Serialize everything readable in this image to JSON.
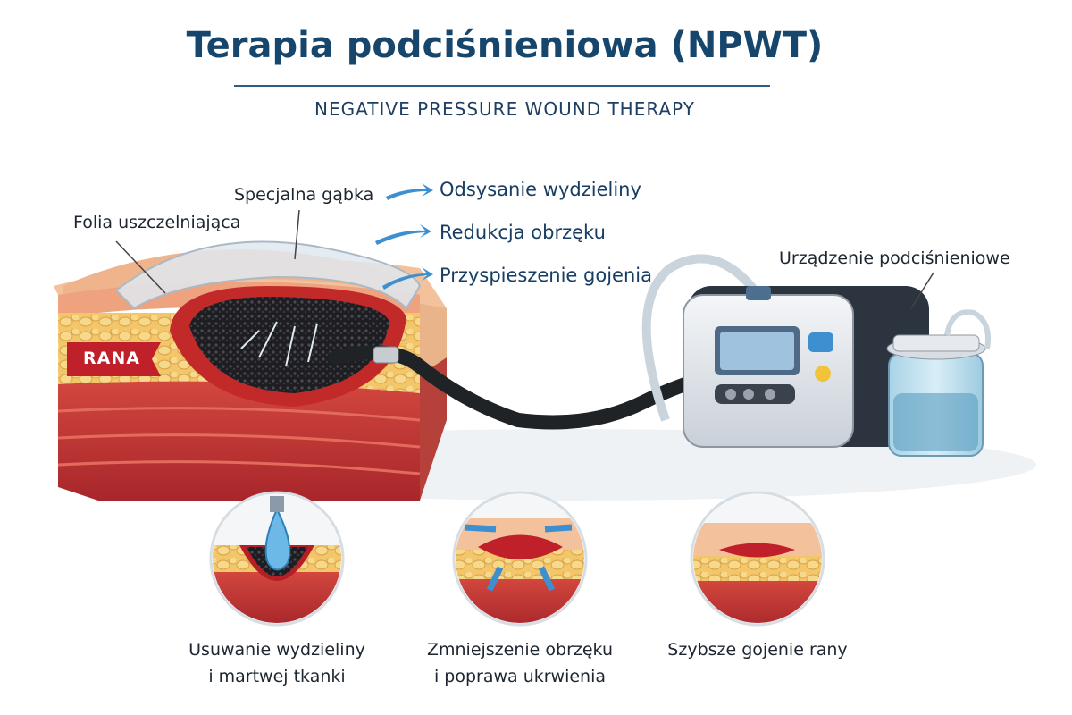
{
  "title": "Terapia podciśnieniowa (NPWT)",
  "subtitle": "NEGATIVE PRESSURE WOUND THERAPY",
  "labels": {
    "foam": "Specjalna gąbka",
    "film": "Folia uszczelniająca",
    "wound": "RANA",
    "device": "Urządzenie podciśnieniowe"
  },
  "benefits": [
    "Odsysanie wydzieliny",
    "Redukcja obrzęku",
    "Przyspieszenie gojenia"
  ],
  "circles": [
    {
      "line1": "Usuwanie wydzieliny",
      "line2": "i martwej tkanki"
    },
    {
      "line1": "Zmniejszenie obrzęku",
      "line2": "i poprawa ukrwienia"
    },
    {
      "line1": "Szybsze gojenie rany",
      "line2": ""
    }
  ],
  "colors": {
    "title": "#17466d",
    "arrow": "#3d8fd0",
    "wound": "#c0202a",
    "skin": "#f0b58a"
  }
}
